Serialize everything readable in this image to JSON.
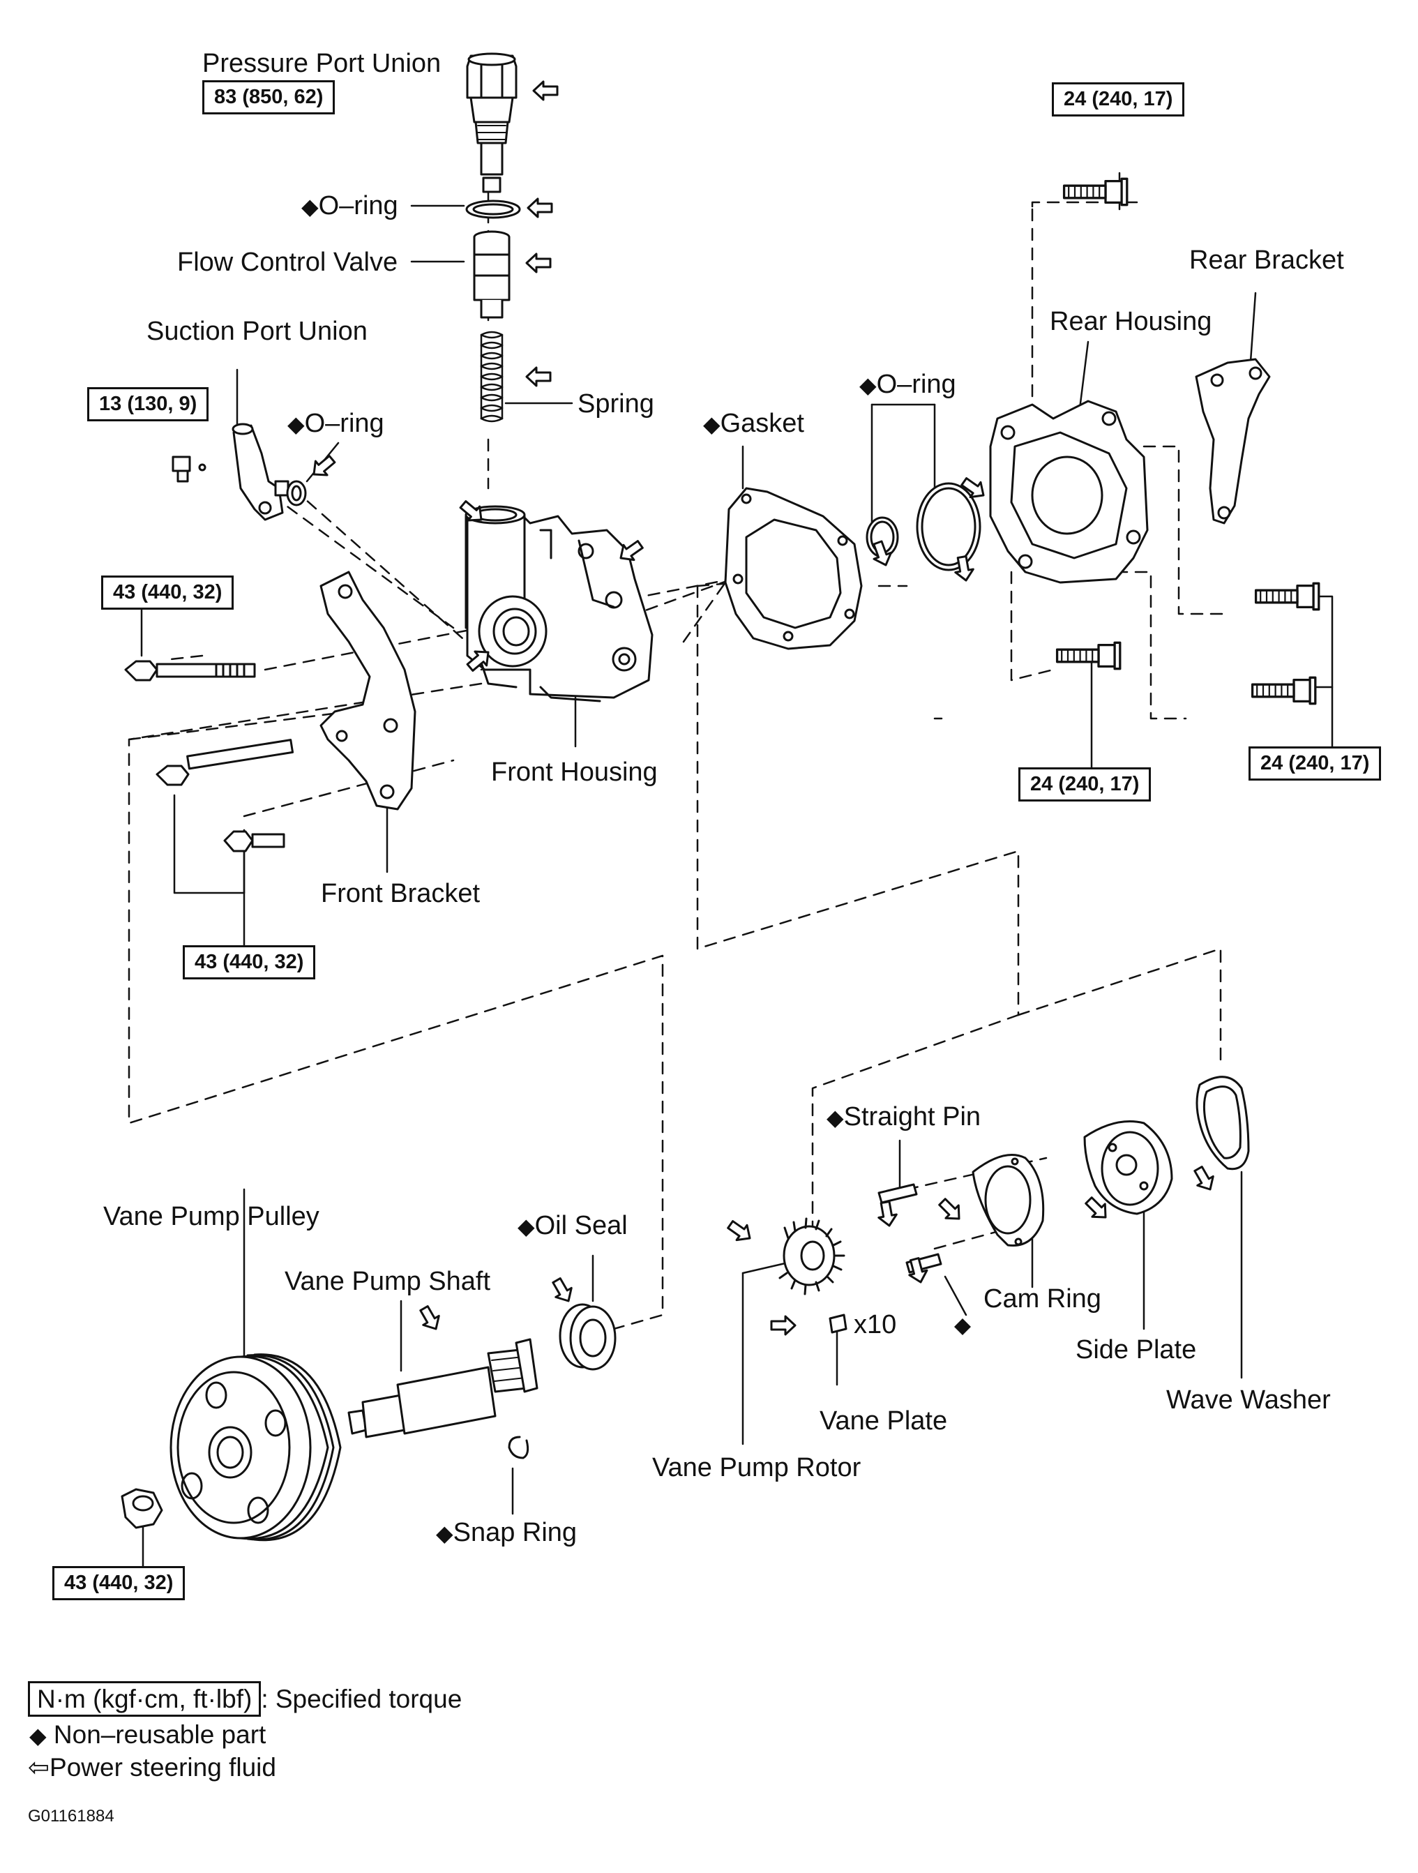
{
  "diagram": {
    "labels": {
      "pressure_port_union": "Pressure Port Union",
      "oring_top": "O–ring",
      "flow_control_valve": "Flow Control Valve",
      "suction_port_union": "Suction Port Union",
      "spring": "Spring",
      "oring_suction": "O–ring",
      "gasket": "Gasket",
      "oring_rear": "O–ring",
      "rear_housing": "Rear Housing",
      "rear_bracket": "Rear Bracket",
      "front_housing": "Front Housing",
      "front_bracket": "Front Bracket",
      "straight_pin": "Straight Pin",
      "cam_ring": "Cam Ring",
      "side_plate": "Side Plate",
      "wave_washer": "Wave Washer",
      "vane_plate": "Vane Plate",
      "vane_plate_qty": "x10",
      "vane_pump_rotor": "Vane Pump Rotor",
      "vane_pump_pulley": "Vane Pump Pulley",
      "vane_pump_shaft": "Vane Pump Shaft",
      "oil_seal": "Oil Seal",
      "snap_ring": "Snap Ring"
    },
    "torques": {
      "pressure_port": "83 (850, 62)",
      "suction_bolt": "13 (130, 9)",
      "front_long_bolt": "43 (440, 32)",
      "front_bracket_bolts": "43 (440, 32)",
      "pulley_nut": "43 (440, 32)",
      "rear_top_bolt": "24 (240, 17)",
      "rear_lower_bolt": "24 (240, 17)",
      "rear_side_bolts": "24 (240, 17)"
    },
    "non_reusable_marker": "◆",
    "fluid_marker": "⇦"
  },
  "legend": {
    "torque_unit": "N·m (kgf·cm, ft·lbf)",
    "torque_desc": ": Specified torque",
    "non_reusable": "Non–reusable part",
    "fluid": "Power steering fluid"
  },
  "figure_code": "G01161884"
}
